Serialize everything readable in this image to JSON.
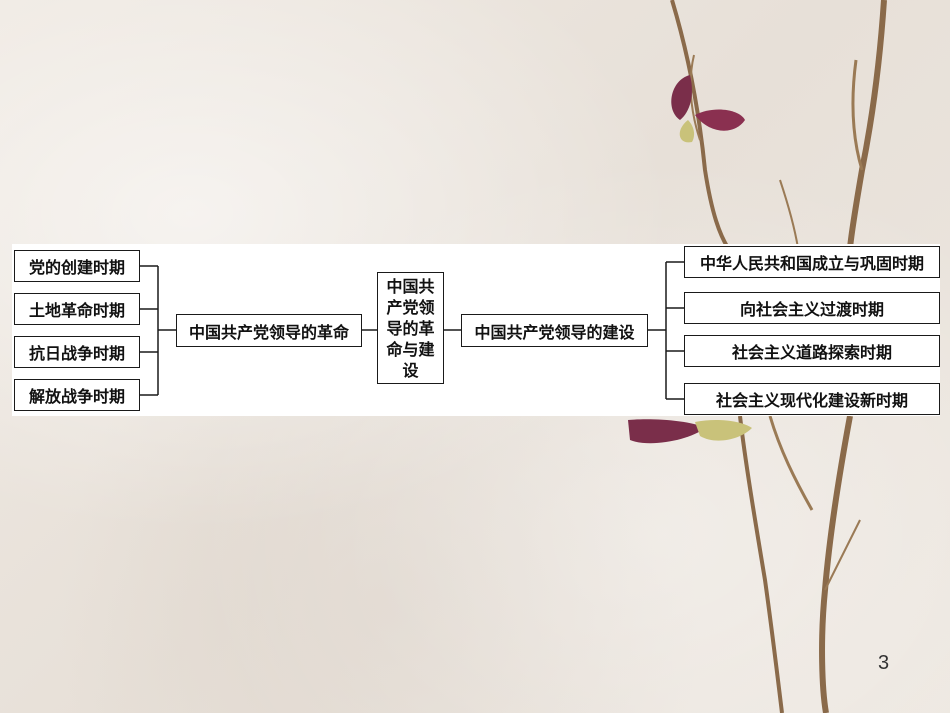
{
  "diagram": {
    "center": "中国共产党领导的革命与建设",
    "left_branch": {
      "label": "中国共产党领导的革命",
      "items": [
        "党的创建时期",
        "土地革命时期",
        "抗日战争时期",
        "解放战争时期"
      ]
    },
    "right_branch": {
      "label": "中国共产党领导的建设",
      "items": [
        "中华人民共和国成立与巩固时期",
        "向社会主义过渡时期",
        "社会主义道路探索时期",
        "社会主义现代化建设新时期"
      ]
    }
  },
  "slide": {
    "page_number": "3"
  },
  "colors": {
    "line": "#1a1a1a",
    "box_border": "#1a1a1a",
    "band": "#ffffff",
    "background": "#ece6df"
  }
}
